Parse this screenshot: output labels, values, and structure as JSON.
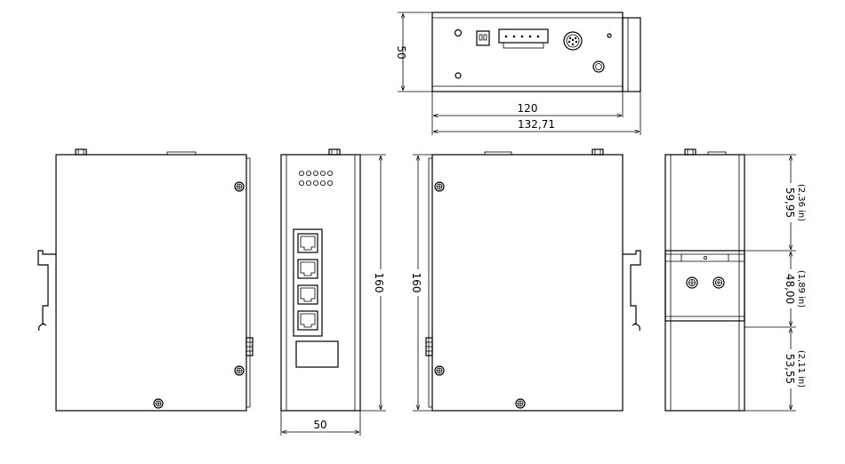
{
  "top_view": {
    "height_label": "50",
    "width_inner_label": "120",
    "width_outer_label": "132,71"
  },
  "front_view": {
    "height_label": "160",
    "width_label": "50"
  },
  "right_side_view": {
    "height_label": "160"
  },
  "back_view": {
    "upper_label": "59,95",
    "upper_label_in": "(2,36 in)",
    "middle_label": "48,00",
    "middle_label_in": "(1,89 in)",
    "lower_label": "53,55",
    "lower_label_in": "(2,11 in)"
  }
}
